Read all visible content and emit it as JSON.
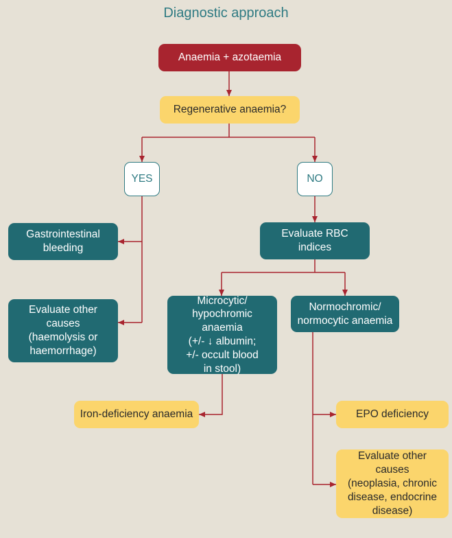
{
  "title": "Diagnostic approach",
  "colors": {
    "start": "#a8242f",
    "question": "#fbd56c",
    "step": "#216a72",
    "answer_border": "#2e7a82",
    "arrow": "#a8242f",
    "background": "#e6e1d6"
  },
  "nodes": {
    "anaemia_azotaemia": "Anaemia + azotaemia",
    "regenerative_q": "Regenerative anaemia?",
    "yes": "YES",
    "no": "NO",
    "gi_bleeding": "Gastrointestinal\nbleeding",
    "evaluate_other_causes_left": "Evaluate other\ncauses\n(haemolysis or\nhaemorrhage)",
    "evaluate_rbc": "Evaluate RBC\nindices",
    "microcytic": "Microcytic/\nhypochromic anaemia\n(+/- ↓ albumin;\n+/- occult blood\nin stool)",
    "normochromic": "Normochromic/\nnormocytic anaemia",
    "iron_deficiency": "Iron-deficiency anaemia",
    "epo_deficiency": "EPO deficiency",
    "evaluate_other_causes_right": "Evaluate other causes\n(neoplasia, chronic\ndisease, endocrine\ndisease)"
  }
}
